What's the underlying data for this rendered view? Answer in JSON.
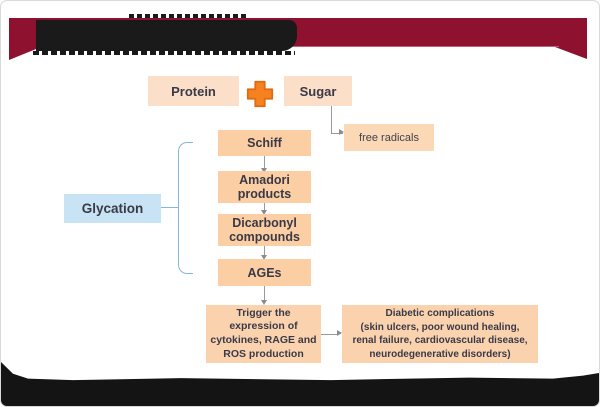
{
  "header": {
    "redacted_title": true
  },
  "figure": {
    "reactants": {
      "protein": "Protein",
      "plus": "+",
      "sugar": "Sugar"
    },
    "byproduct": {
      "free_radicals": "free radicals"
    },
    "process_label": "Glycation",
    "cascade": {
      "schiff": "Schiff",
      "amadori": "Amadori\nproducts",
      "dicarbonyl": "Dicarbonyl\ncompounds",
      "ages": "AGEs"
    },
    "outcome": {
      "trigger": "Trigger the\nexpression of\ncytokines, RAGE and\nROS production",
      "complications": "Diabetic complications\n(skin ulcers, poor wound healing,\nrenal failure, cardiovascular disease,\nneurodegenerative disorders)"
    }
  },
  "caption": {
    "redacted": true
  },
  "colors": {
    "banner_maroon": "#8E1130",
    "box_peach": "#FBCFA3",
    "box_peach_light": "#FCDFC8",
    "box_blue": "#C8E4F4",
    "plus_orange": "#F5821F",
    "plus_outline": "#E06C12",
    "text_dark": "#3A3947",
    "connector_gray": "#8C8C8C",
    "brace_blue": "#85B7DA",
    "redaction_black": "#1A1A1A"
  }
}
